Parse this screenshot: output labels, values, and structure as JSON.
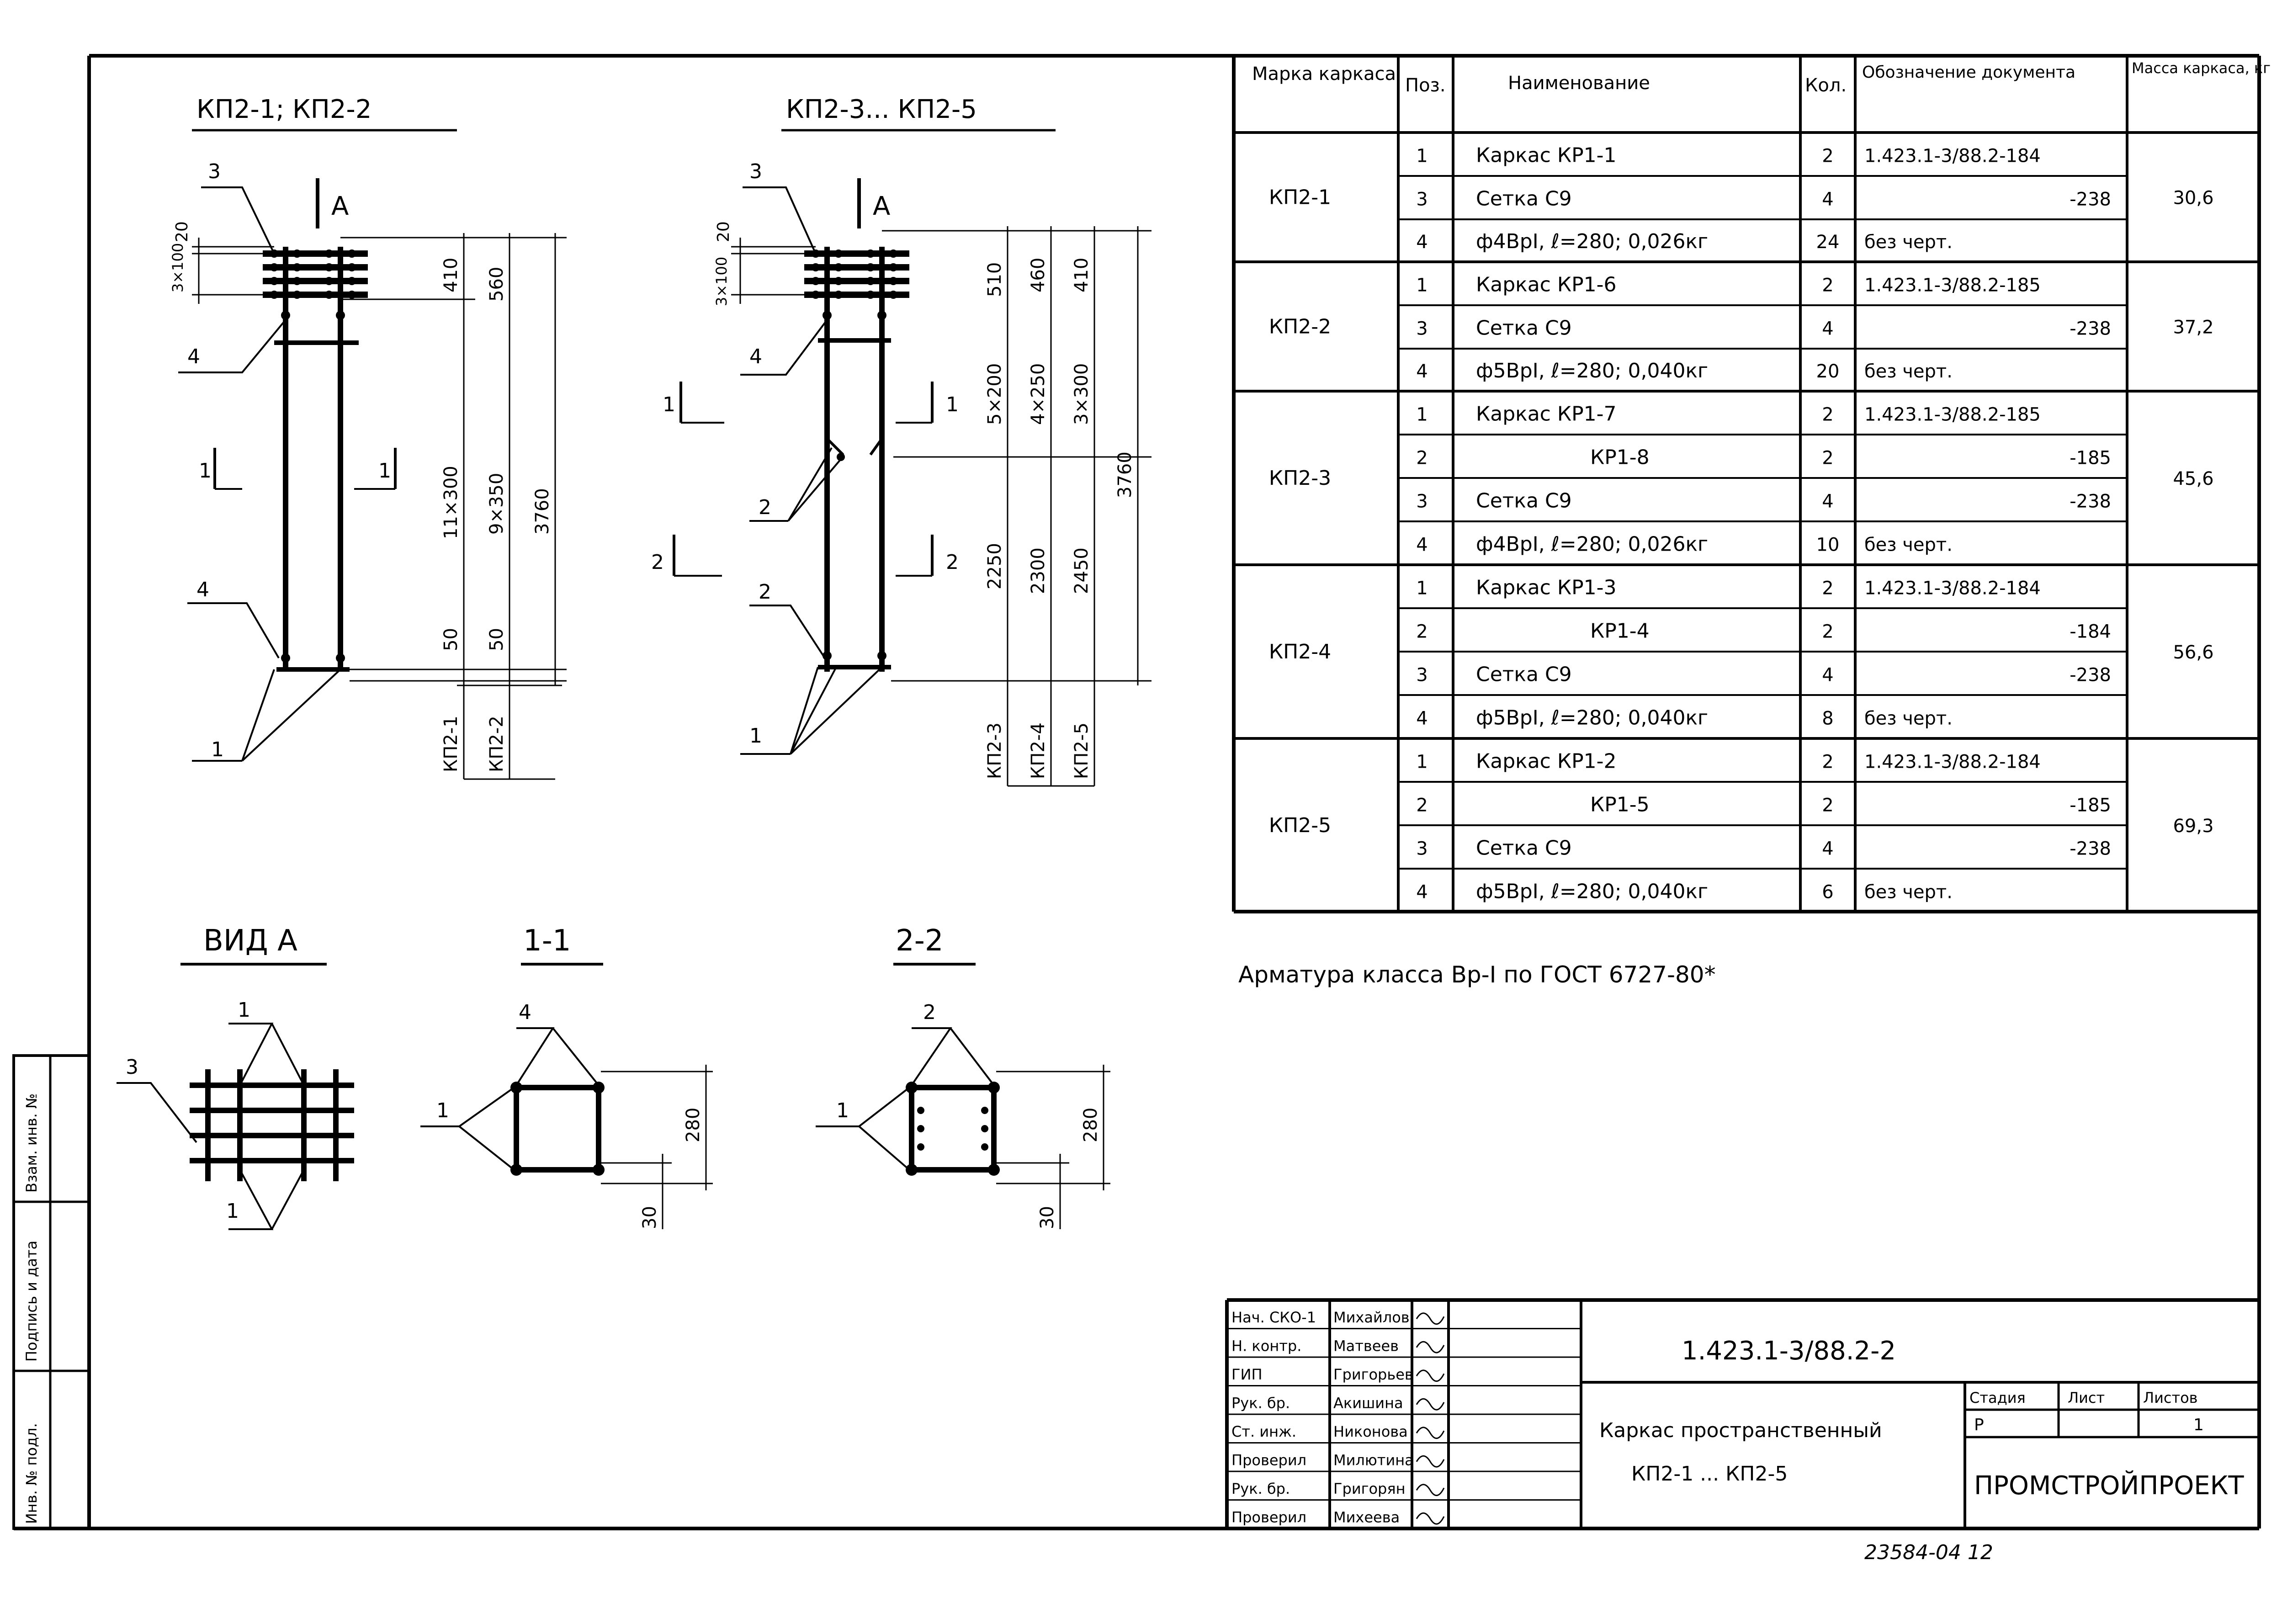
{
  "sections": {
    "top_left_title": "КП2-1; КП2-2",
    "top_mid_title": "КП2-3... КП2-5",
    "view_a": "ВИД А",
    "section_11": "1-1",
    "section_22": "2-2",
    "view_marker": "А"
  },
  "left_view": {
    "callouts": {
      "c3": "3",
      "c4a": "4",
      "c4b": "4",
      "c1": "1",
      "s1l": "1",
      "s1r": "1"
    },
    "dims": {
      "d20": "20",
      "d3x100": "3×100",
      "d410": "410",
      "d560": "560",
      "d11x300": "11×300",
      "d9x350": "9×350",
      "d3760": "3760",
      "d50a": "50",
      "d50b": "50"
    },
    "bottom_labels": [
      "КП2-1",
      "КП2-2"
    ]
  },
  "mid_view": {
    "callouts": {
      "c3": "3",
      "c4": "4",
      "c2a": "2",
      "c2b": "2",
      "c1": "1",
      "s1l": "1",
      "s1r": "1",
      "s2l": "2",
      "s2r": "2"
    },
    "dims": {
      "d20": "20",
      "d3x100": "3×100",
      "d510": "510",
      "d460": "460",
      "d410": "410",
      "d5x200": "5×200",
      "d4x250": "4×250",
      "d3x300": "3×300",
      "d2250": "2250",
      "d2300": "2300",
      "d2450": "2450",
      "d3760": "3760"
    },
    "bottom_labels": [
      "КП2-3",
      "КП2-4",
      "КП2-5"
    ]
  },
  "section_views": {
    "view_a": {
      "c1a": "1",
      "c1b": "1",
      "c3": "3"
    },
    "s11": {
      "c4": "4",
      "c1": "1",
      "d280": "280",
      "d30": "30"
    },
    "s22": {
      "c2": "2",
      "c1": "1",
      "d280": "280",
      "d30": "30"
    }
  },
  "spec_table": {
    "headers": {
      "marka": "Марка каркаса",
      "poz": "Поз.",
      "name": "Наименование",
      "kol": "Кол.",
      "doc": "Обозначение документа",
      "mass": "Масса каркаса, кг"
    },
    "groups": [
      {
        "marka": "КП2-1",
        "mass": "30,6",
        "rows": [
          {
            "poz": "1",
            "name": "Каркас КР1-1",
            "kol": "2",
            "doc": "1.423.1-3/88.2-184"
          },
          {
            "poz": "3",
            "name": "Сетка С9",
            "kol": "4",
            "doc": "-238"
          },
          {
            "poz": "4",
            "name": "ф4ВрI, ℓ=280; 0,026кг",
            "kol": "24",
            "doc": "без черт."
          }
        ]
      },
      {
        "marka": "КП2-2",
        "mass": "37,2",
        "rows": [
          {
            "poz": "1",
            "name": "Каркас КР1-6",
            "kol": "2",
            "doc": "1.423.1-3/88.2-185"
          },
          {
            "poz": "3",
            "name": "Сетка С9",
            "kol": "4",
            "doc": "-238"
          },
          {
            "poz": "4",
            "name": "ф5ВрI, ℓ=280; 0,040кг",
            "kol": "20",
            "doc": "без черт."
          }
        ]
      },
      {
        "marka": "КП2-3",
        "mass": "45,6",
        "rows": [
          {
            "poz": "1",
            "name": "Каркас КР1-7",
            "kol": "2",
            "doc": "1.423.1-3/88.2-185"
          },
          {
            "poz": "2",
            "name": "КР1-8",
            "kol": "2",
            "doc": "-185"
          },
          {
            "poz": "3",
            "name": "Сетка С9",
            "kol": "4",
            "doc": "-238"
          },
          {
            "poz": "4",
            "name": "ф4ВрI, ℓ=280; 0,026кг",
            "kol": "10",
            "doc": "без черт."
          }
        ]
      },
      {
        "marka": "КП2-4",
        "mass": "56,6",
        "rows": [
          {
            "poz": "1",
            "name": "Каркас КР1-3",
            "kol": "2",
            "doc": "1.423.1-3/88.2-184"
          },
          {
            "poz": "2",
            "name": "КР1-4",
            "kol": "2",
            "doc": "-184"
          },
          {
            "poz": "3",
            "name": "Сетка С9",
            "kol": "4",
            "doc": "-238"
          },
          {
            "poz": "4",
            "name": "ф5ВрI, ℓ=280; 0,040кг",
            "kol": "8",
            "doc": "без черт."
          }
        ]
      },
      {
        "marka": "КП2-5",
        "mass": "69,3",
        "rows": [
          {
            "poz": "1",
            "name": "Каркас КР1-2",
            "kol": "2",
            "doc": "1.423.1-3/88.2-184"
          },
          {
            "poz": "2",
            "name": "КР1-5",
            "kol": "2",
            "doc": "-185"
          },
          {
            "poz": "3",
            "name": "Сетка С9",
            "kol": "4",
            "doc": "-238"
          },
          {
            "poz": "4",
            "name": "ф5ВрI, ℓ=280; 0,040кг",
            "kol": "6",
            "doc": "без черт."
          }
        ]
      }
    ]
  },
  "note": "Арматура класса Вр-I по ГОСТ 6727-80*",
  "side_stamp": [
    "Взам. инв. №",
    "Подпись и дата",
    "Инв. № подл."
  ],
  "title_block": {
    "people": [
      {
        "role": "Нач. СКО-1",
        "name": "Михайлов"
      },
      {
        "role": "Н. контр.",
        "name": "Матвеев"
      },
      {
        "role": "ГИП",
        "name": "Григорьев"
      },
      {
        "role": "Рук. бр.",
        "name": "Акишина"
      },
      {
        "role": "Ст. инж.",
        "name": "Никонова"
      },
      {
        "role": "Проверил",
        "name": "Милютина"
      },
      {
        "role": "Рук. бр.",
        "name": "Григорян"
      },
      {
        "role": "Проверил",
        "name": "Михеева"
      }
    ],
    "doc_code": "1.423.1-3/88.2-2",
    "title_line1": "Каркас пространственный",
    "title_line2": "КП2-1 ... КП2-5",
    "stage_label": "Стадия",
    "sheet_label": "Лист",
    "sheets_label": "Листов",
    "stage": "Р",
    "sheet": "",
    "sheets": "1",
    "org": "ПРОМСТРОЙПРОЕКТ"
  },
  "footer_number": "23584-04   12"
}
